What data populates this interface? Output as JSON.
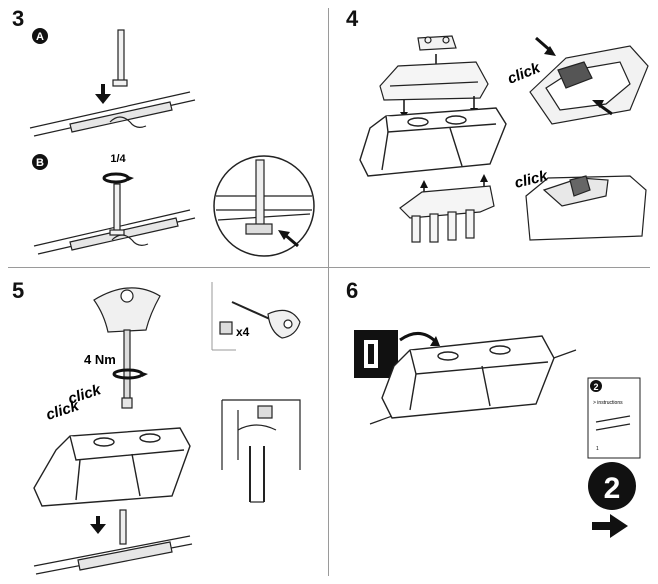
{
  "steps": {
    "s3": {
      "number": "3",
      "sub_a": "A",
      "sub_b": "B",
      "turn": "1/4"
    },
    "s4": {
      "number": "4",
      "click": "click",
      "click2": "click"
    },
    "s5": {
      "number": "5",
      "torque": "4 Nm",
      "click1": "click",
      "click2": "click",
      "qty": "x4"
    },
    "s6": {
      "number": "6",
      "badge_num": "2",
      "doc_title": "> instructions",
      "doc_badge": "2",
      "doc_page": "1"
    }
  },
  "icons": [
    "down-arrow",
    "rotate-arrow",
    "pointer-arrow",
    "next-arrow"
  ],
  "colors": {
    "ink": "#111111",
    "line": "#222222",
    "fill_grey": "#d9d9d9",
    "dark_fill": "#2a2a2a"
  }
}
